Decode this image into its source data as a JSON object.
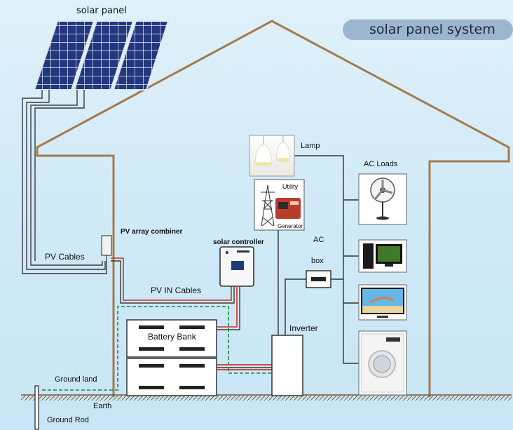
{
  "header": {
    "title": "solar panel system",
    "panel_label": "solar panel"
  },
  "labels": {
    "lamp": "Lamp",
    "ac_loads": "AC  Loads",
    "utility": "Utility",
    "generator": "Generator",
    "pv_array_combiner": "PV array combiner",
    "solar_controller": "solar controller",
    "ac": "AC",
    "box": "box",
    "pv_cables": "PV Cables",
    "pv_in_cables": "PV IN Cables",
    "battery_bank": "Battery Bank",
    "inverter": "Inverter",
    "ground_land": "Ground  land",
    "earth": "Earth",
    "ground_rod": "Ground Rod"
  },
  "colors": {
    "house_outline": "#a37a4d",
    "wire": "#3b3b3b",
    "positive_wire": "#d2463e",
    "ground_wire": "#1c8a3c",
    "title_pill": "#9db6cf",
    "panel_cell": "#253a85"
  }
}
